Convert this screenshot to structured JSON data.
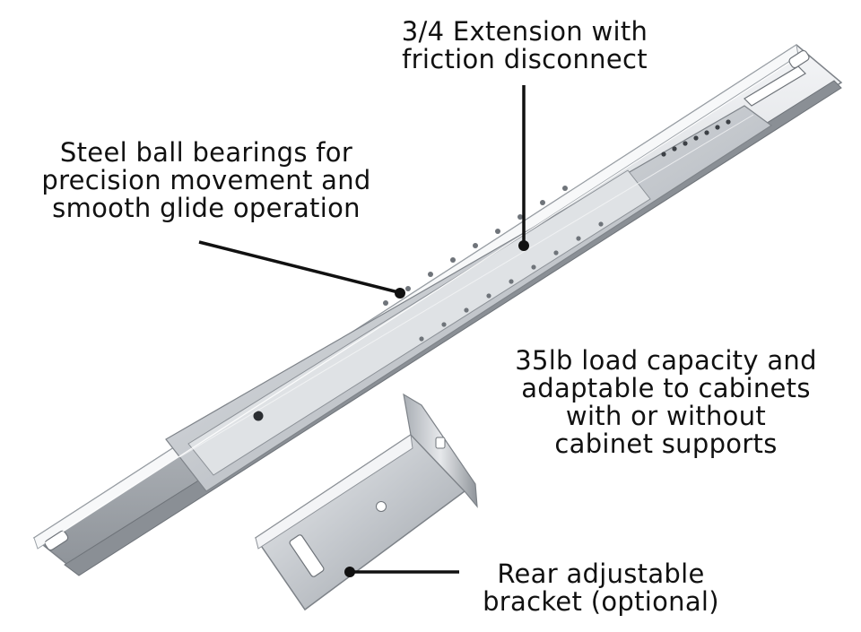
{
  "callouts": {
    "extension": "3/4 Extension with\nfriction disconnect",
    "bearings": "Steel ball bearings for\nprecision movement and\nsmooth glide operation",
    "load": "35lb load capacity and\nadaptable to cabinets\nwith or without\ncabinet supports",
    "bracket": "Rear adjustable\nbracket (optional)"
  },
  "colors": {
    "steel_light": "#e4e6e9",
    "steel_mid": "#b9bdc2",
    "steel_dark": "#7d8288",
    "leader": "#111111"
  }
}
